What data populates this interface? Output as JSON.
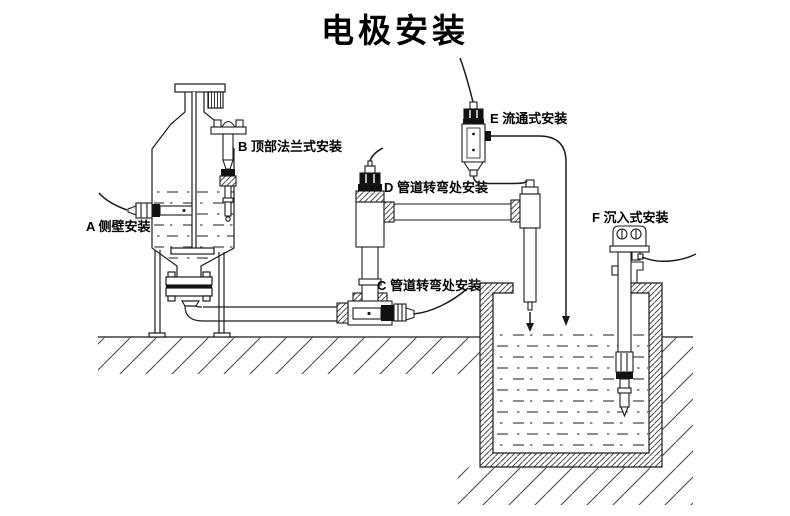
{
  "title": "电极安装",
  "installations": [
    {
      "id": "A",
      "label": "A 侧壁安装"
    },
    {
      "id": "B",
      "label": "B 顶部法兰式安装"
    },
    {
      "id": "C",
      "label": "C 管道转弯处安装"
    },
    {
      "id": "D",
      "label": "D 管道转弯处安装"
    },
    {
      "id": "E",
      "label": "E 流通式安装"
    },
    {
      "id": "F",
      "label": "F 沉入式安装"
    }
  ],
  "colors": {
    "line": "#1a1a1a",
    "background": "#ffffff",
    "liquid_dash": "#707070"
  }
}
